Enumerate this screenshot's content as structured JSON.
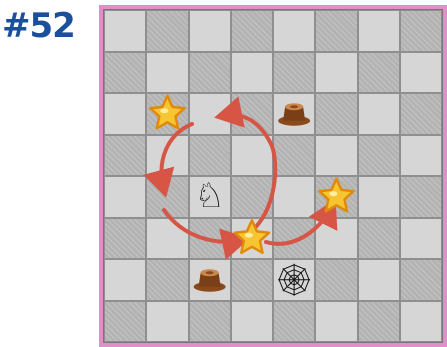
{
  "header": {
    "puzzle_number": "#52"
  },
  "colors": {
    "puzzle_number": "#1a4f9c",
    "frame": "#e090c8",
    "light_square": "#d6d6d6",
    "dark_square": "#b3b3b3",
    "arrow": "#d65545",
    "star_fill": "#f7c531",
    "star_stroke": "#e08a0a"
  },
  "board": {
    "files": 8,
    "ranks": 8,
    "top_left_square": "light",
    "pieces": [
      {
        "type": "knight",
        "icon": "knight-icon",
        "square": "c4"
      },
      {
        "type": "star",
        "icon": "star-icon",
        "square": "b6"
      },
      {
        "type": "star",
        "icon": "star-icon",
        "square": "f4"
      },
      {
        "type": "star",
        "icon": "star-icon",
        "square": "d3"
      },
      {
        "type": "stump",
        "icon": "tree-stump-icon",
        "square": "e6"
      },
      {
        "type": "stump",
        "icon": "tree-stump-icon",
        "square": "c2"
      },
      {
        "type": "spider-web",
        "icon": "spider-web-icon",
        "square": "e2"
      }
    ],
    "path": {
      "loop": [
        "b6",
        "a4",
        "c3",
        "e5",
        "b6"
      ],
      "extension": [
        "d3",
        "f4"
      ]
    }
  }
}
